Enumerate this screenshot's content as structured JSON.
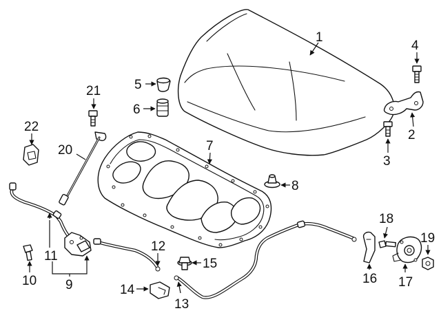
{
  "diagram": {
    "callouts": {
      "c1": "1",
      "c2": "2",
      "c3": "3",
      "c4": "4",
      "c5": "5",
      "c6": "6",
      "c7": "7",
      "c8": "8",
      "c9": "9",
      "c10": "10",
      "c11": "11",
      "c12": "12",
      "c13": "13",
      "c14": "14",
      "c15": "15",
      "c16": "16",
      "c17": "17",
      "c18": "18",
      "c19": "19",
      "c20": "20",
      "c21": "21",
      "c22": "22"
    },
    "colors": {
      "line": "#111111",
      "background": "#ffffff"
    }
  }
}
